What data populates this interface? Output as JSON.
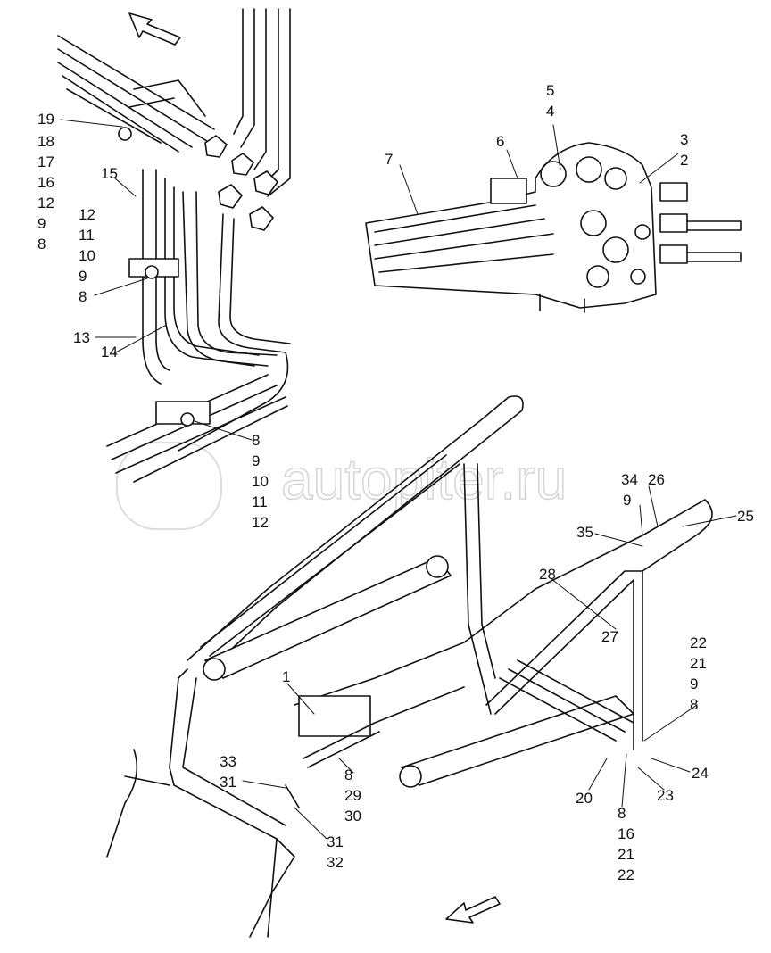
{
  "watermark": "autopiter.ru",
  "callouts": {
    "left_upper": [
      "19",
      "18",
      "17",
      "16",
      "12",
      "9",
      "8"
    ],
    "left_15": "15",
    "left_mid": [
      "12",
      "11",
      "10",
      "9",
      "8"
    ],
    "left_13": "13",
    "left_14": "14",
    "left_lower": [
      "8",
      "9",
      "10",
      "11",
      "12"
    ],
    "valve_5": "5",
    "valve_4": "4",
    "valve_6": "6",
    "valve_3": "3",
    "valve_2": "2",
    "valve_7": "7",
    "r_34": "34",
    "r_26": "26",
    "r_9": "9",
    "r_35": "35",
    "r_25": "25",
    "r_28": "28",
    "r_27": "27",
    "right_stack": [
      "22",
      "21",
      "9",
      "8"
    ],
    "c_1": "1",
    "bl_stack": [
      "33",
      "31"
    ],
    "bc_stack": [
      "8",
      "29",
      "30"
    ],
    "bl2_stack": [
      "31",
      "32"
    ],
    "r_20": "20",
    "r_24": "24",
    "r_23": "23",
    "br_stack": [
      "8",
      "16",
      "21",
      "22"
    ]
  }
}
